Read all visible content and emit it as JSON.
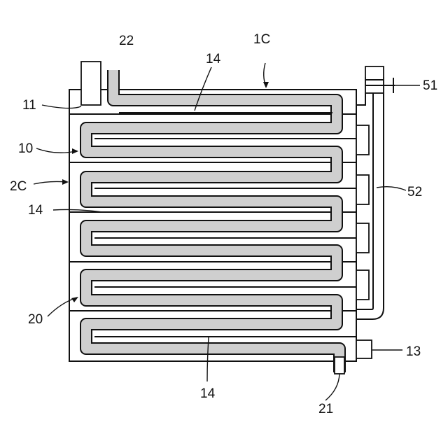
{
  "figure": {
    "labels": {
      "assembly": "1C",
      "tube_top": "14",
      "tube_mid": "14",
      "tube_bottom": "14",
      "part_11": "11",
      "part_10": "10",
      "part_2c": "2C",
      "part_20": "20",
      "outlet": "21",
      "inlet": "22",
      "connector": "13",
      "valve": "51",
      "bypass_pipe": "52"
    }
  }
}
